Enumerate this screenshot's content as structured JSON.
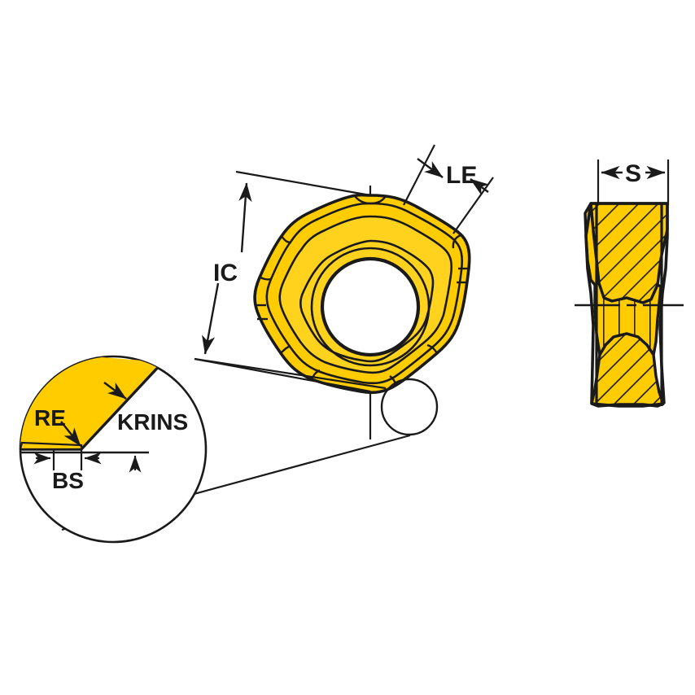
{
  "drawing": {
    "type": "technical-illustration",
    "subject": "indexable milling insert, heptagonal with centre bore",
    "background_color": "#FFFFFF",
    "line_color": "#1A1A1A",
    "insert_fill_color": "#FFCC00",
    "insert_fill_color_light": "#FFD21E",
    "views": {
      "top_view": {
        "name": "top-view",
        "description": "heptagonal insert face with round centre bore and chip-face contours"
      },
      "side_view": {
        "name": "side-view",
        "description": "hatched section through insert thickness"
      },
      "detail_view": {
        "name": "detail-view-circle",
        "description": "enlarged corner detail shown in a circle, yellow sector = insert corner"
      }
    },
    "dimension_labels": [
      {
        "id": "ic",
        "label": "IC",
        "view": "top-view",
        "meaning": "inscribed circle diameter"
      },
      {
        "id": "le",
        "label": "LE",
        "view": "top-view",
        "meaning": "effective cutting edge length"
      },
      {
        "id": "s",
        "label": "S",
        "view": "side-view",
        "meaning": "insert thickness"
      },
      {
        "id": "re",
        "label": "RE",
        "view": "detail-view-circle",
        "meaning": "corner radius"
      },
      {
        "id": "krins",
        "label": "KRINS",
        "view": "detail-view-circle",
        "meaning": "insert corner angle"
      },
      {
        "id": "bs",
        "label": "BS",
        "view": "detail-view-circle",
        "meaning": "edge chamfer width"
      }
    ]
  }
}
